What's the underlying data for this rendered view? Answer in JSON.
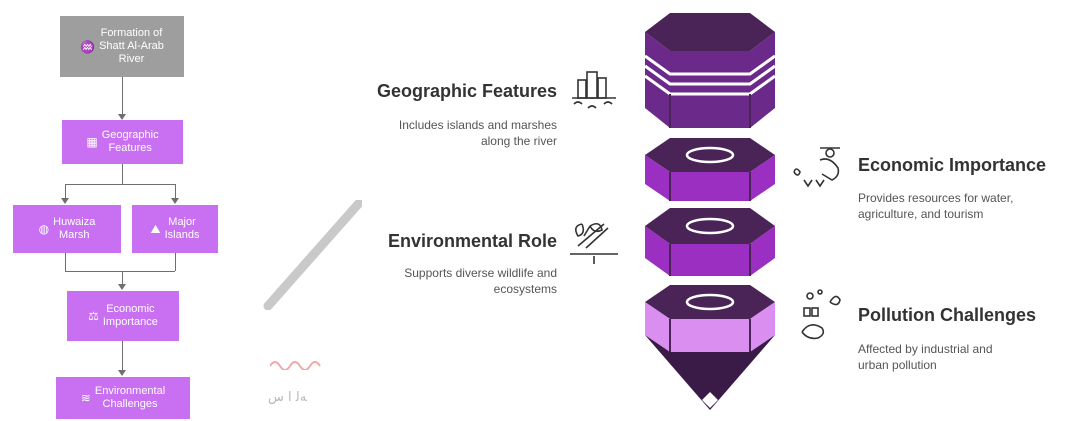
{
  "flowchart": {
    "nodes": [
      {
        "id": "formation",
        "label": "Formation of\nShatt Al-Arab\nRiver",
        "icon": "river-icon",
        "glyph": "♒",
        "style": "gray"
      },
      {
        "id": "geographic",
        "label": "Geographic\nFeatures",
        "icon": "map-icon",
        "glyph": "▦",
        "style": "purple"
      },
      {
        "id": "huwaiza",
        "label": "Huwaiza\nMarsh",
        "icon": "marsh-icon",
        "glyph": "◍",
        "style": "purple"
      },
      {
        "id": "islands",
        "label": "Major\nIslands",
        "icon": "island-icon",
        "glyph": "⛰",
        "style": "purple"
      },
      {
        "id": "economic",
        "label": "Economic\nImportance",
        "icon": "economy-icon",
        "glyph": "⚖",
        "style": "purple"
      },
      {
        "id": "environmental",
        "label": "Environmental\nChallenges",
        "icon": "leaf-icon",
        "glyph": "≋",
        "style": "purple"
      }
    ],
    "colors": {
      "gray": "#9e9e9e",
      "purple": "#c86ff2",
      "line": "#6f6f6f"
    }
  },
  "fragment": {
    "text": "ﻪﻟ ﺍ ﺱ"
  },
  "infographic": {
    "features": [
      {
        "title": "Geographic Features",
        "description": "Includes islands and marshes\nalong the river",
        "icon": "city-icon",
        "side": "left"
      },
      {
        "title": "Economic Importance",
        "description": "Provides resources for water,\nagriculture, and tourism",
        "icon": "farmer-icon",
        "side": "right"
      },
      {
        "title": "Environmental Role",
        "description": "Supports diverse wildlife and\necosystems",
        "icon": "sprout-icon",
        "side": "left"
      },
      {
        "title": "Pollution Challenges",
        "description": "Affected by industrial and\nurban pollution",
        "icon": "pollution-icon",
        "side": "right"
      }
    ],
    "colors": {
      "dark": "#4a2357",
      "medium": "#9b2fc1",
      "light": "#d98ef0",
      "tip": "#3a1b47"
    }
  }
}
